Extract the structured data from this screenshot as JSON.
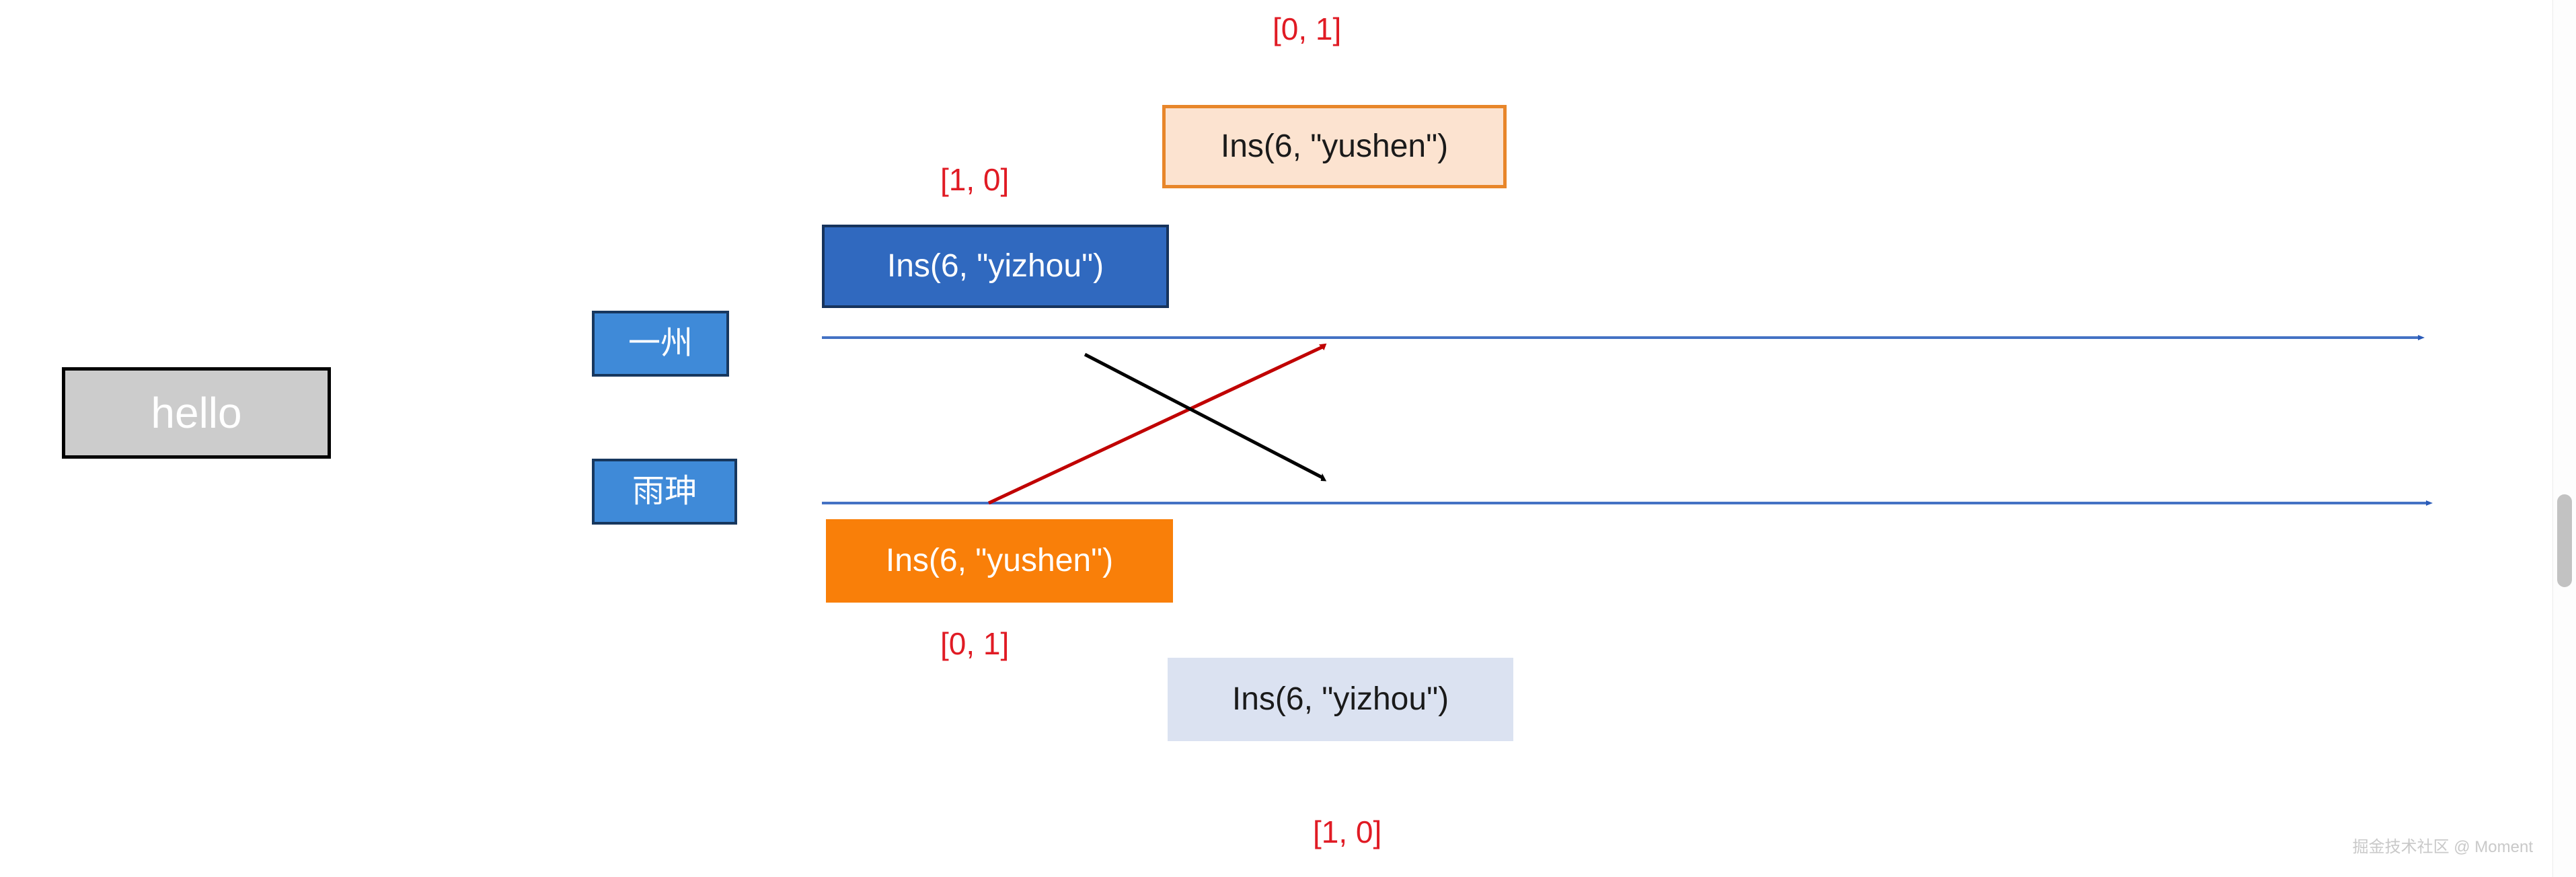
{
  "document": {
    "content_label": "hello"
  },
  "actors": [
    {
      "name_label": "一州",
      "id": "yizhou"
    },
    {
      "name_label": "雨珅",
      "id": "yushen"
    }
  ],
  "operations": {
    "local_top": "Ins(6, \"yizhou\")",
    "remote_top": "Ins(6, \"yushen\")",
    "local_bottom": "Ins(6, \"yushen\")",
    "remote_bottom": "Ins(6, \"yizhou\")"
  },
  "version_vectors": {
    "top": "[0, 1]",
    "upper": "[1, 0]",
    "lower": "[0, 1]",
    "bottom": "[1, 0]"
  },
  "colors": {
    "timeline": "#4472c4",
    "local_top_fill": "#3069bf",
    "local_top_border": "#16335c",
    "remote_top_fill": "#fce3d0",
    "remote_top_border": "#e8862a",
    "local_bottom_fill": "#f97f09",
    "remote_bottom_fill": "#dbe2f1",
    "actor_fill": "#3f8ad8",
    "actor_border": "#17375e",
    "doc_fill": "#cccccc",
    "doc_border": "#000000",
    "version_vector_text": "#e01b24",
    "propagate_up_arrow": "#c00000",
    "propagate_down_arrow": "#000000"
  },
  "arrows": {
    "propagate_up_label": "yushen-op-to-yizhou-timeline",
    "propagate_down_label": "yizhou-op-to-yushen-timeline"
  },
  "watermark": {
    "text": "掘金技术社区 @ Moment"
  }
}
